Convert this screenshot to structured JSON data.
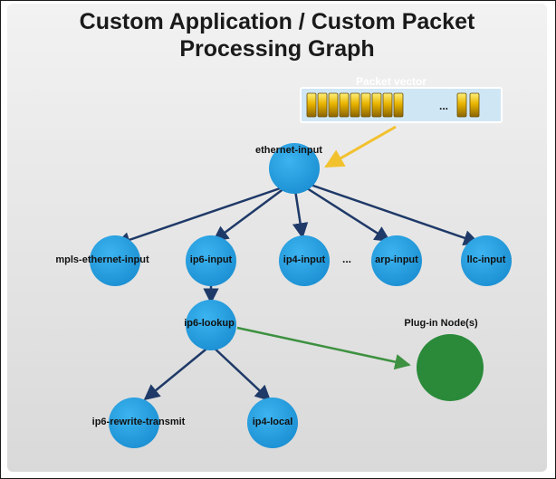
{
  "diagram": {
    "title_line1": "Custom Application / Custom Packet",
    "title_line2": "Processing Graph",
    "packet_vector_label": "Packet vector",
    "packet_vector_ellipsis": "...",
    "arp_ellipsis": "...",
    "colors": {
      "node_blue": "#1b96d9",
      "node_green": "#2a8a3a",
      "edge_navy": "#1f3a68",
      "edge_green": "#3d9140",
      "edge_yellow": "#f2c12e",
      "packet_gold": "#e8b400"
    },
    "nodes": [
      {
        "id": "ethernet-input",
        "label": "ethernet-input"
      },
      {
        "id": "mpls-ethernet-input",
        "label": "mpls-ethernet-input"
      },
      {
        "id": "ip6-input",
        "label": "ip6-input"
      },
      {
        "id": "ip4-input",
        "label": "ip4-input"
      },
      {
        "id": "arp-input",
        "label": "arp-input"
      },
      {
        "id": "llc-input",
        "label": "llc-input"
      },
      {
        "id": "ip6-lookup",
        "label": "ip6-lookup"
      },
      {
        "id": "plug-in-node",
        "label": "Plug-in Node(s)"
      },
      {
        "id": "ip6-rewrite-transmit",
        "label": "ip6-rewrite-transmit"
      },
      {
        "id": "ip4-local",
        "label": "ip4-local"
      }
    ],
    "edges": [
      {
        "from": "ethernet-input",
        "to": "mpls-ethernet-input"
      },
      {
        "from": "ethernet-input",
        "to": "ip6-input"
      },
      {
        "from": "ethernet-input",
        "to": "ip4-input"
      },
      {
        "from": "ethernet-input",
        "to": "arp-input"
      },
      {
        "from": "ethernet-input",
        "to": "llc-input"
      },
      {
        "from": "ip6-input",
        "to": "ip6-lookup"
      },
      {
        "from": "ip6-lookup",
        "to": "ip6-rewrite-transmit"
      },
      {
        "from": "ip6-lookup",
        "to": "ip4-local"
      },
      {
        "from": "ip6-lookup",
        "to": "plug-in-node"
      }
    ]
  }
}
